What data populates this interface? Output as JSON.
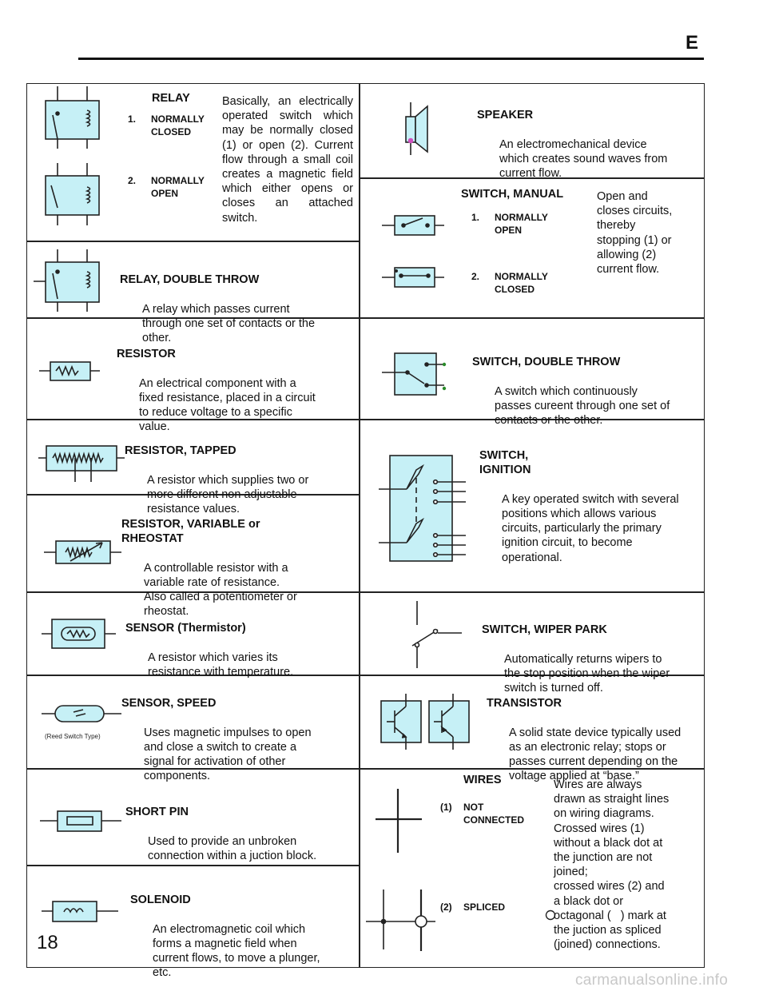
{
  "header": {
    "section_letter": "E",
    "page_number": "18",
    "watermark": "carmanualsonline.info"
  },
  "left_column": {
    "relay": {
      "title": "RELAY",
      "opt1_num": "1.",
      "opt1_label": "NORMALLY\nCLOSED",
      "opt2_num": "2.",
      "opt2_label": "NORMALLY\nOPEN",
      "desc": "Basically, an electrically operated switch which may be normally closed (1) or open (2). Current flow through a small coil creates a magnetic field which either opens or closes an attached switch."
    },
    "relay_double_throw": {
      "title": "RELAY, DOUBLE THROW",
      "desc": "A relay which passes current\nthrough one set of contacts or the\nother."
    },
    "resistor": {
      "title": "RESISTOR",
      "desc": "An electrical component with a\nfixed resistance, placed in a circuit\nto reduce voltage to a specific\nvalue."
    },
    "resistor_tapped": {
      "title": "RESISTOR, TAPPED",
      "desc": "A resistor which supplies two or\nmore different non adjustable\nresistance values."
    },
    "resistor_variable": {
      "title": "RESISTOR, VARIABLE or\nRHEOSTAT",
      "desc": "A controllable resistor with a\nvariable rate of resistance.\nAlso called a potentiometer or\nrheostat."
    },
    "sensor_thermistor": {
      "title": "SENSOR (Thermistor)",
      "desc": "A resistor which varies its\nresistance with temperature."
    },
    "sensor_speed": {
      "title": "SENSOR, SPEED",
      "symbol_caption": "(Reed Switch Type)",
      "desc": "Uses magnetic impulses to open\nand close a switch to create a\nsignal for activation of other\ncomponents."
    },
    "short_pin": {
      "title": "SHORT PIN",
      "desc": "Used to provide an unbroken\nconnection within a juction block."
    },
    "solenoid": {
      "title": "SOLENOID",
      "desc": "An electromagnetic coil which\nforms a magnetic field when\ncurrent flows, to move a plunger,\netc."
    }
  },
  "right_column": {
    "speaker": {
      "title": "SPEAKER",
      "desc": "An electromechanical device\nwhich creates sound waves from\ncurrent flow."
    },
    "switch_manual": {
      "title": "SWITCH, MANUAL",
      "opt1_num": "1.",
      "opt1_label": "NORMALLY\nOPEN",
      "opt2_num": "2.",
      "opt2_label": "NORMALLY\nCLOSED",
      "desc": "Open and\ncloses circuits,\nthereby\nstopping (1) or\nallowing (2)\ncurrent flow."
    },
    "switch_double_throw": {
      "title": "SWITCH, DOUBLE THROW",
      "desc": "A switch which continuously\npasses cureent through one set of\ncontacts or the other."
    },
    "switch_ignition": {
      "title": "SWITCH,\nIGNITION",
      "desc": "A key operated switch with several\npositions which allows various\ncircuits, particularly the primary\nignition circuit, to become\noperational."
    },
    "switch_wiper_park": {
      "title": "SWITCH, WIPER PARK",
      "desc": "Automatically returns wipers to\nthe stop position when the wiper\nswitch is turned off."
    },
    "transistor": {
      "title": "TRANSISTOR",
      "desc": "A solid state device typically used\nas an electronic relay; stops or\npasses current depending on the\nvoltage applied at “base.”"
    },
    "wires": {
      "title": "WIRES",
      "opt1_num": "(1)",
      "opt1_label": "NOT\nCONNECTED",
      "opt2_num": "(2)",
      "opt2_label": "SPLICED",
      "desc1": "Wires are always\ndrawn as straight lines\non wiring diagrams.\nCrossed wires (1)\nwithout a black dot at\nthe junction are not\njoined;\ncrossed wires (2) and\na black dot or\noctagonal (",
      "desc2": ") mark at\nthe  juction as spliced\n(joined) connections."
    }
  },
  "colors": {
    "symbol_fill": "#c6f0f6",
    "line": "#222222",
    "watermark": "#c8c8c8"
  }
}
